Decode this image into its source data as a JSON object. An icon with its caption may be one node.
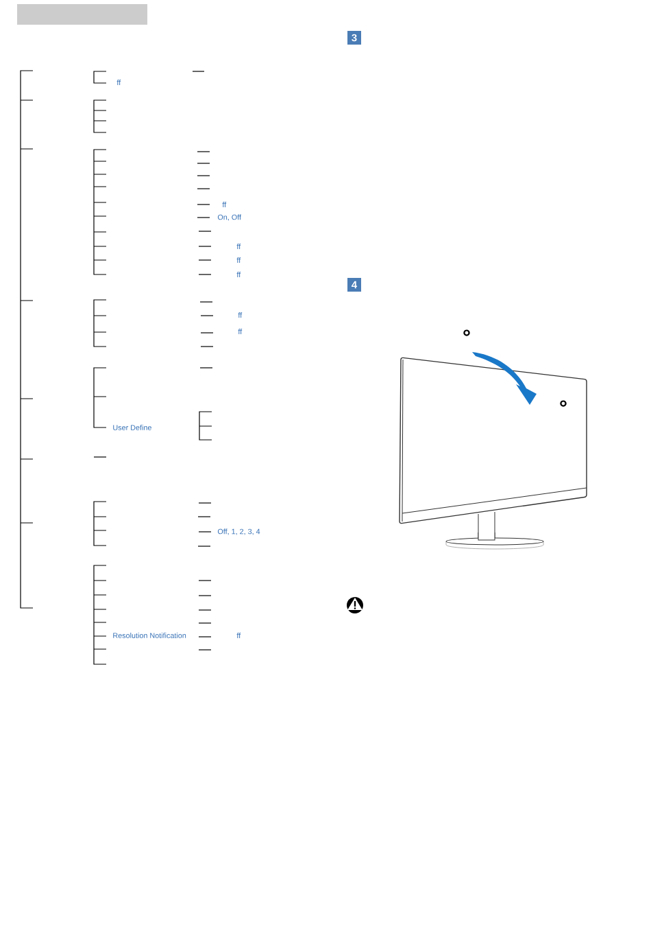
{
  "diagram": {
    "nodes": [
      {
        "text": [
          "3"
        ]
      },
      {
        "text": [
          "4"
        ]
      }
    ],
    "labels": [
      "ff",
      "ff",
      "On, Off",
      "ff",
      "ff",
      "ff",
      "ff",
      "ff",
      "User Define",
      "Off, 1, 2, 3, 4",
      "Resolution Notification",
      "ff",
      "°",
      "°"
    ]
  }
}
